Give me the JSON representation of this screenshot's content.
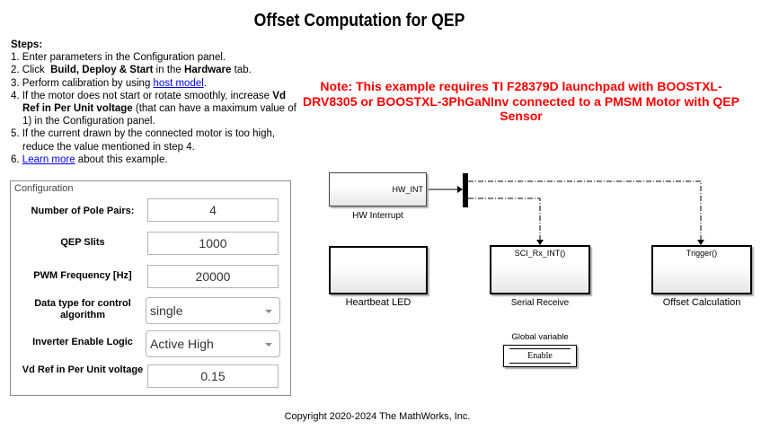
{
  "title": "Offset Computation for QEP",
  "steps": {
    "heading": "Steps:",
    "items": [
      {
        "num": "1.",
        "text": "Enter parameters in the Configuration panel."
      },
      {
        "num": "2.",
        "pre": "Click  ",
        "bold1": "Build, Deploy & Start",
        "mid": " in the ",
        "bold2": "Hardware",
        "post": " tab."
      },
      {
        "num": "3.",
        "pre": "Perform calibration by using ",
        "link": "host model",
        "post": "."
      },
      {
        "num": "4.",
        "pre": "If the motor does not start or rotate smoothly, increase ",
        "bold": "Vd Ref in Per Unit voltage",
        "post": " (that can have a maximum value of 1) in the Configuration panel."
      },
      {
        "num": "5.",
        "text": "If the current drawn by the connected motor is too high, reduce the value mentioned in step 4."
      },
      {
        "num": "6.",
        "link": "Learn more",
        "post": " about this example."
      }
    ]
  },
  "config": {
    "legend": "Configuration",
    "fields": [
      {
        "label": "Number of Pole Pairs:",
        "value": "4"
      },
      {
        "label": "QEP Slits",
        "value": "1000"
      },
      {
        "label": "PWM Frequency [Hz]",
        "value": "20000"
      },
      {
        "label": "Data type for control algorithm",
        "value": "single"
      },
      {
        "label": "Inverter Enable Logic",
        "value": "Active High"
      },
      {
        "label": "Vd Ref in Per Unit voltage",
        "value": "0.15"
      }
    ]
  },
  "note": "Note: This example requires TI F28379D launchpad with BOOSTXL-DRV8305 or BOOSTXL-3PhGaNInv connected to a PMSM Motor with QEP Sensor",
  "diagram": {
    "hw_interrupt": {
      "label": "HW Interrupt",
      "port": "HW_INT"
    },
    "heartbeat": {
      "label": "Heartbeat LED"
    },
    "serial_receive": {
      "label": "Serial Receive",
      "port": "SCI_Rx_INT()"
    },
    "offset_calc": {
      "label": "Offset Calculation",
      "port": "Trigger()"
    },
    "global_var": {
      "label": "Global variable",
      "name": "Enable"
    }
  },
  "footer": "Copyright 2020-2024 The MathWorks, Inc."
}
